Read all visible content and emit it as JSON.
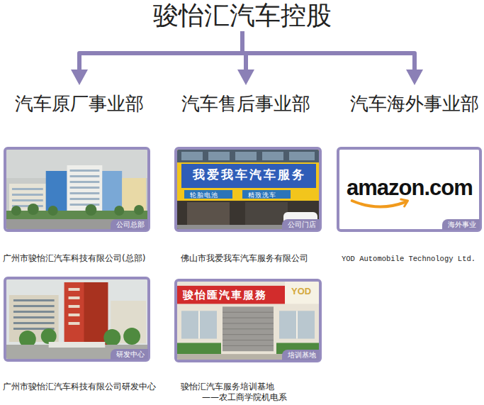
{
  "diagram": {
    "nodes": [
      {
        "text": [
          "骏怡汇汽车控股"
        ]
      },
      {
        "text": [
          "汽车原厂事业部"
        ]
      },
      {
        "text": [
          "汽车售后事业部"
        ]
      },
      {
        "text": [
          "汽车海外事业部"
        ]
      },
      {
        "text": [
          "公司总部",
          "广州市骏怡汇汽车科技有限公司(总部)"
        ]
      },
      {
        "text": [
          "公司门店",
          "佛山市我爱我车汽车服务有限公司"
        ]
      },
      {
        "text": [
          "海外事业",
          "YOD Automobile Technology Ltd."
        ]
      },
      {
        "text": [
          "研发中心",
          "广州市骏怡汇汽车科技有限公司研发中心"
        ]
      },
      {
        "text": [
          "培训基地",
          "骏怡汇汽车服务培训基地 ——农工商学院机电系"
        ]
      }
    ],
    "edges": [
      {
        "from": 0,
        "to": 1,
        "arrow": "to"
      },
      {
        "from": 0,
        "to": 2,
        "arrow": "to"
      },
      {
        "from": 0,
        "to": 3,
        "arrow": "to"
      }
    ],
    "labels": [
      "我爱我车汽车服务",
      "轮胎电池",
      "精致洗车",
      "amazon.com",
      "骏怡匯汽車服務",
      "YOD"
    ]
  }
}
